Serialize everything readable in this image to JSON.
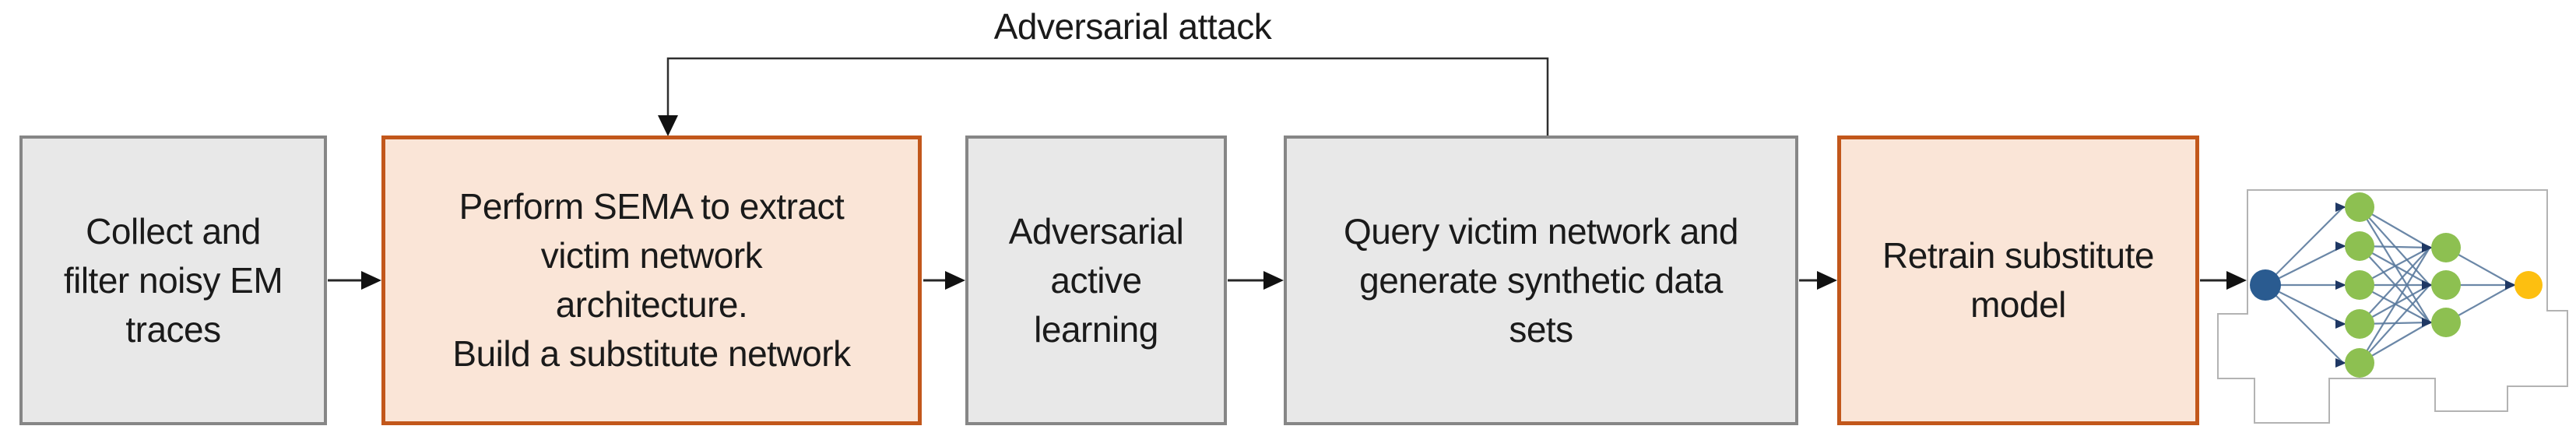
{
  "diagram": {
    "feedback_label": "Adversarial attack",
    "boxes": [
      {
        "name": "collect-traces",
        "variant": "gray",
        "lines": [
          "Collect and",
          "filter noisy EM",
          "traces"
        ]
      },
      {
        "name": "perform-sema",
        "variant": "accent",
        "lines": [
          "Perform SEMA to extract",
          "victim network",
          "architecture.",
          "Build a substitute network"
        ]
      },
      {
        "name": "adversarial-active-learning",
        "variant": "gray",
        "lines": [
          "Adversarial",
          "active",
          "learning"
        ]
      },
      {
        "name": "query-victim-network",
        "variant": "gray",
        "lines": [
          "Query victim network and",
          "generate synthetic data",
          "sets"
        ]
      },
      {
        "name": "retrain-substitute-model",
        "variant": "accent",
        "lines": [
          "Retrain substitute",
          "model"
        ]
      }
    ],
    "icon": {
      "name": "neural-network-icon",
      "layers": [
        1,
        5,
        3,
        1
      ],
      "colors": {
        "input": "#2a5b90",
        "hidden": "#8dc051",
        "output": "#fdbf10",
        "link": "#5b7b9e",
        "link_head": "#1f3864",
        "outline": "#b3b3b3"
      }
    },
    "colors": {
      "gray_fill": "#e8e8e8",
      "gray_border": "#868686",
      "accent_fill": "#fae5d7",
      "accent_border": "#c2571b",
      "arrow": "#262626",
      "text": "#1a1a1a"
    }
  }
}
